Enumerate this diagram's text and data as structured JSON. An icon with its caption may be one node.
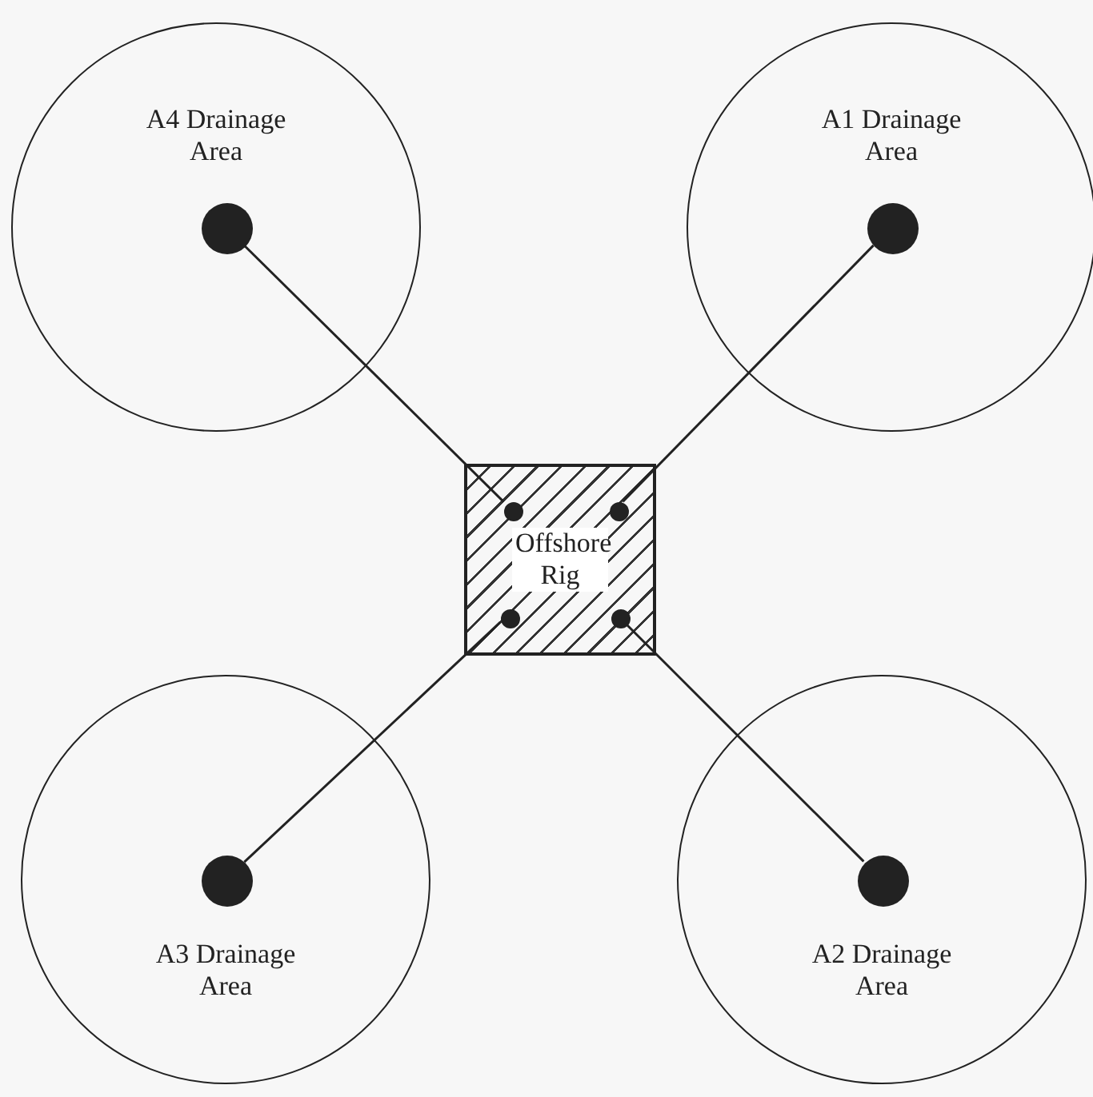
{
  "diagram": {
    "nodes": [
      {
        "text": [
          "A4 Drainage Area"
        ]
      },
      {
        "text": [],
        "shape": "circle",
        "in": 0
      },
      {
        "text": [
          "A1 Drainage Area"
        ]
      },
      {
        "text": [],
        "shape": "circle",
        "in": 2
      },
      {
        "text": [
          "Offshore Rig"
        ]
      },
      {
        "text": [],
        "shape": "circle",
        "in": 4
      },
      {
        "text": [],
        "shape": "circle",
        "in": 4
      },
      {
        "text": [],
        "shape": "circle",
        "in": 4
      },
      {
        "text": [],
        "shape": "circle",
        "in": 4
      },
      {
        "text": [
          "A3 Drainage Area"
        ]
      },
      {
        "text": [],
        "shape": "circle",
        "in": 9
      },
      {
        "text": [
          "A2 Drainage Area"
        ]
      },
      {
        "text": [],
        "shape": "circle",
        "in": 11
      }
    ],
    "edges": [
      {
        "from": 1,
        "to": 5,
        "arrow": "none"
      },
      {
        "from": 3,
        "to": 6,
        "arrow": "none"
      },
      {
        "from": 10,
        "to": 7,
        "arrow": "none"
      },
      {
        "from": 12,
        "to": 8,
        "arrow": "none"
      }
    ]
  }
}
